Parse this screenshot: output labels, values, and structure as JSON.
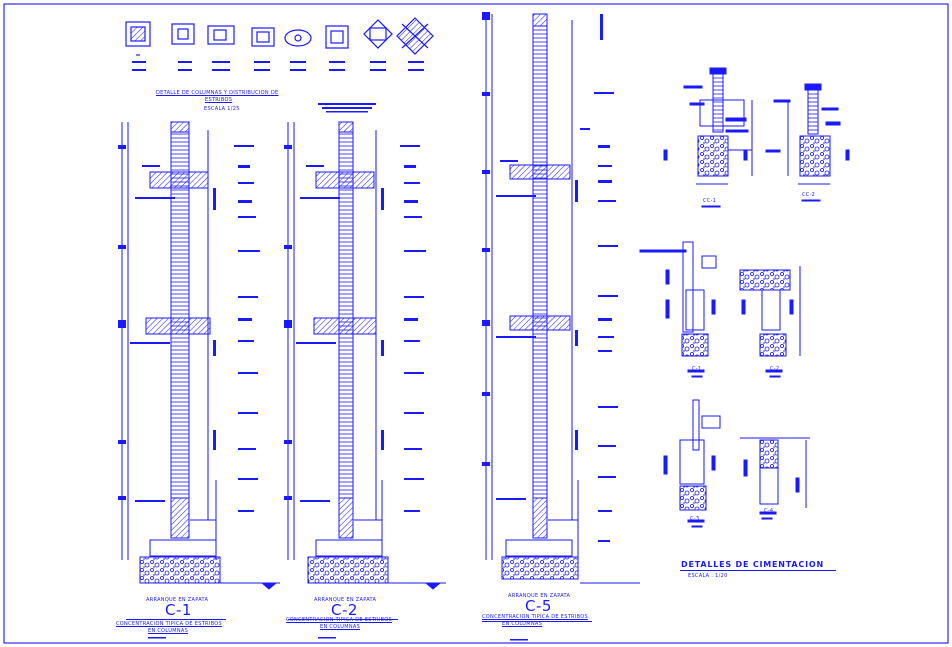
{
  "sheet": {
    "title": "DETALLES DE CIMENTACION",
    "title_scale": "ESCALA : 1/20",
    "stirrup_title_line1": "DETALLE DE COLUMNAS Y DISTRIBUCION DE",
    "stirrup_title_line2": "ESTRIBOS",
    "stirrup_scale": "ESCALA 1/25"
  },
  "columns": [
    {
      "tag": "C-1",
      "note_top": "ARRANQUE EN ZAPATA",
      "note_1": "CONCENTRACION TIPICA DE ESTRIBOS",
      "note_2": "EN COLUMNAS"
    },
    {
      "tag": "C-2",
      "note_top": "ARRANQUE EN ZAPATA",
      "note_1": "CONCENTRACION TIPICA DE ESTRIBOS",
      "note_2": "EN COLUMNAS"
    },
    {
      "tag": "C-5",
      "note_top": "ARRANQUE EN ZAPATA",
      "note_1": "CONCENTRACION TIPICA DE ESTRIBOS",
      "note_2": "EN COLUMNAS"
    }
  ],
  "sections": [
    "CC-1",
    "CC-2",
    "C-1",
    "C-2",
    "C-3",
    "C-4"
  ],
  "colors": {
    "line": "#1a1aff",
    "border": "#0000ff",
    "background": "#ffffff"
  }
}
